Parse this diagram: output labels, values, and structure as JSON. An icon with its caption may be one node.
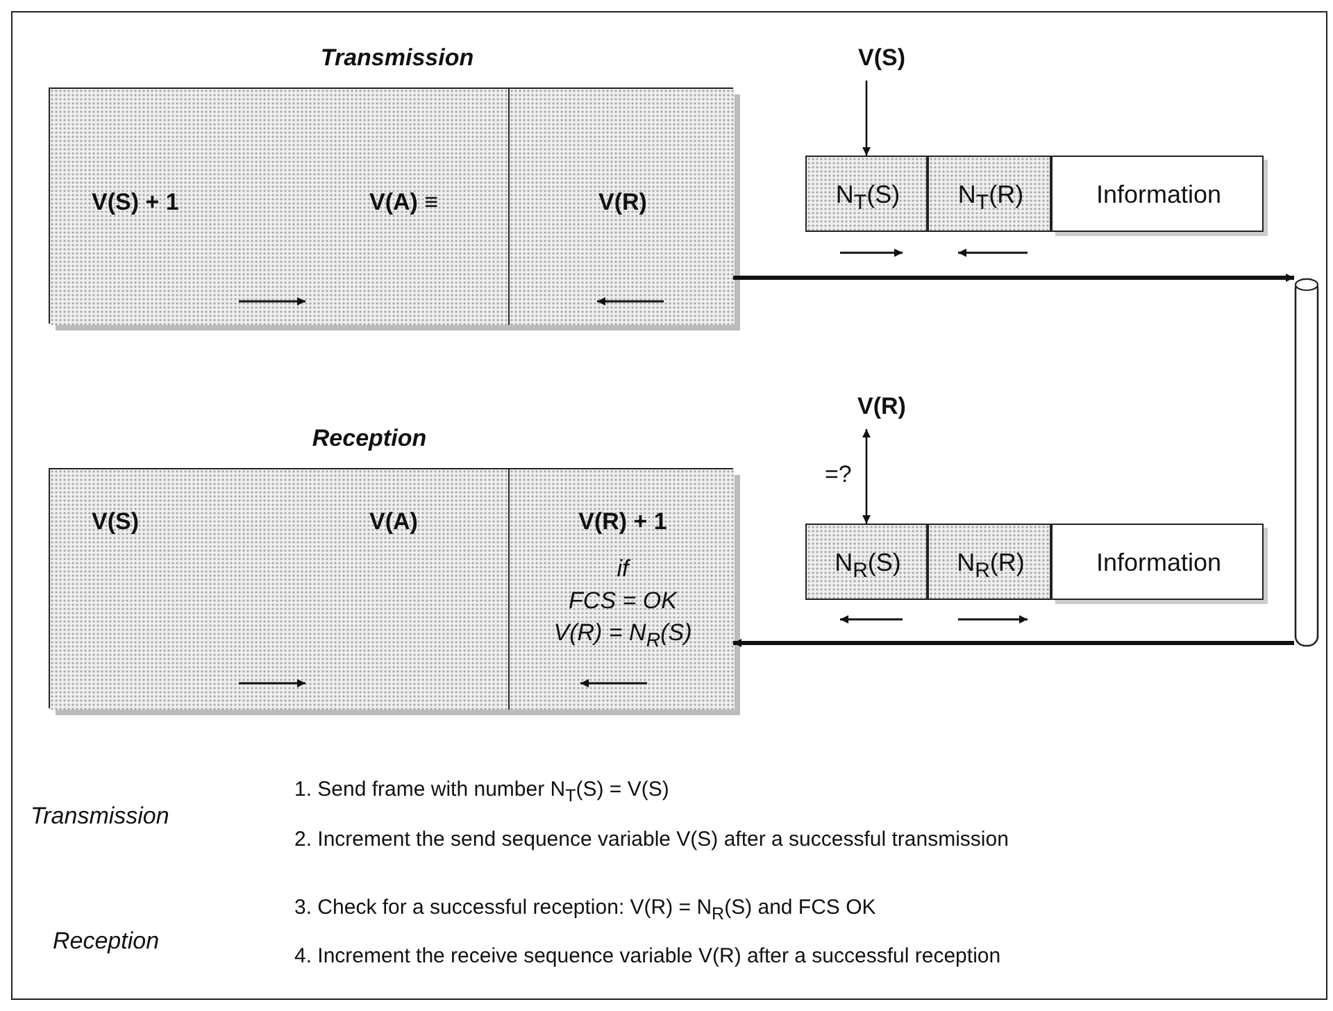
{
  "diagram": {
    "nodes": [
      {
        "text": [
          "Transmission"
        ]
      },
      {
        "text": [
          "V(S) + 1",
          "V(A) ≡"
        ],
        "in": 0
      },
      {
        "text": [
          "V(R)"
        ],
        "in": 0
      },
      {
        "text": [
          "V(S)"
        ]
      },
      {
        "text": [
          "N$_{T}$(S)"
        ]
      },
      {
        "text": [
          "N$_{T}$(R)"
        ]
      },
      {
        "text": [
          "Information"
        ]
      },
      {
        "text": [],
        "shape": "cylinder"
      },
      {
        "text": [
          "Reception"
        ]
      },
      {
        "text": [
          "V(S)",
          "V(A)"
        ],
        "in": 8
      },
      {
        "text": [
          "V(R) + 1",
          "if",
          "FCS = OK",
          "V(R) = N$_{R}$(S)"
        ],
        "in": 8
      },
      {
        "text": [
          "V(R)"
        ]
      },
      {
        "text": [
          "N$_{R}$(S)"
        ]
      },
      {
        "text": [
          "N$_{R}$(R)"
        ]
      },
      {
        "text": [
          "Information"
        ]
      }
    ],
    "edges": [
      {
        "from": 3,
        "to": 4,
        "arrow": "to"
      },
      {
        "from": 12,
        "to": 11,
        "arrow": "both",
        "label": "=?"
      },
      {
        "from": 2,
        "to": 7,
        "arrow": "to",
        "style": "thick"
      },
      {
        "from": 7,
        "to": 10,
        "arrow": "to",
        "style": "thick"
      }
    ],
    "labels": [
      "Transmission",
      "1. Send frame with number N$_{T}$(S) = V(S)",
      "2. Increment the send sequence variable V(S) after a successful transmission",
      "Reception",
      "3. Check for a successful reception: V(R) = N$_{R}$(S) and FCS OK",
      "4. Increment the receive sequence variable V(R) after a successful reception"
    ]
  }
}
